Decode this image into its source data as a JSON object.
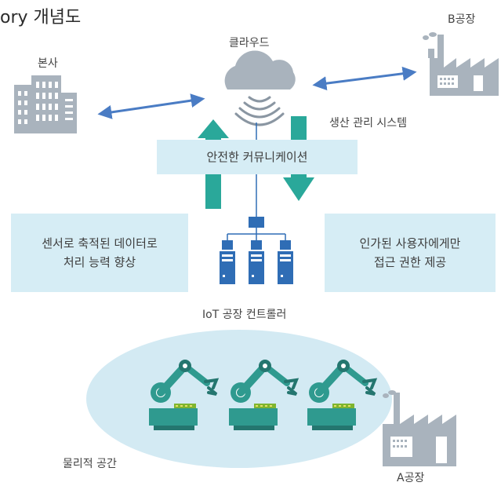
{
  "title": "ory 개념도",
  "nodes": {
    "hq": "본사",
    "cloud": "클라우드",
    "factory_b": "B공장",
    "production_system": "생산 관리 시스템",
    "controller": "IoT 공장 컨트롤러",
    "physical_space": "물리적 공간",
    "factory_a": "A공장"
  },
  "boxes": {
    "secure_comm": "안전한 커뮤니케이션",
    "left_line1": "센서로 축적된 데이터로",
    "left_line2": "처리 능력 향상",
    "right_line1": "인가된 사용자에게만",
    "right_line2": "접근 권한 제공"
  },
  "colors": {
    "arrow_blue": "#4a7cc4",
    "arrow_teal": "#2aa89a",
    "box_fill": "#d6edf5",
    "ellipse_fill": "#d3eaf3",
    "icon_gray": "#a9b3bd",
    "robot_teal": "#2f9a8f",
    "server_blue": "#2f6db5"
  }
}
